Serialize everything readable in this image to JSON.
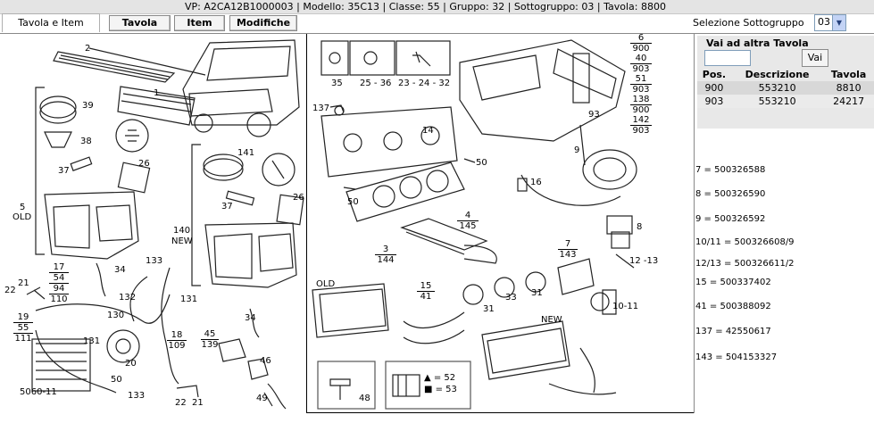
{
  "header": {
    "info": "VP: A2CA12B1000003 | Modello: 35C13 | Classe: 55 | Gruppo: 32 | Sottogruppo: 03 | Tavola: 8800"
  },
  "tabs": {
    "active": "Tavola e Item"
  },
  "toolbar": {
    "tavola": "Tavola",
    "item": "Item",
    "modifiche": "Modifiche"
  },
  "selector": {
    "label": "Selezione Sottogruppo",
    "value": "03"
  },
  "vai": {
    "title": "Vai ad altra Tavola",
    "button": "Vai",
    "columns": [
      "Pos.",
      "Descrizione",
      "Tavola"
    ],
    "rows": [
      {
        "pos": "900",
        "desc": "553210",
        "tav": "8810"
      },
      {
        "pos": "903",
        "desc": "553210",
        "tav": "24217"
      }
    ]
  },
  "notes": [
    "7 = 500326588",
    "8 = 500326590",
    "9 = 500326592",
    "10/11 = 500326608/9",
    "12/13 = 500326611/2",
    "15 = 500337402",
    "41 = 500388092",
    "137 = 42550617",
    "143 = 504153327"
  ],
  "diagram": {
    "l2": "2",
    "l1": "1",
    "l39": "39",
    "l38": "38",
    "l37": "37",
    "l26": "26",
    "l5": "5",
    "lold": "OLD",
    "l141": "141",
    "l37b": "37",
    "l26b": "26",
    "l140": "140",
    "lnew": "NEW",
    "f17": [
      "17",
      "54",
      "94",
      "110"
    ],
    "l21": "21",
    "l22": "22",
    "l34": "34",
    "l132": "132",
    "f19": [
      "19",
      "55",
      "111"
    ],
    "l131": "131",
    "l130": "130",
    "l133": "133",
    "l131b": "131",
    "l34b": "34",
    "l45": "45",
    "l139": "139",
    "l46": "46",
    "l49": "49",
    "l18": "18",
    "l109": "109",
    "l20": "20",
    "l133b": "133",
    "l50": "50",
    "l5060": "5060-11",
    "l22b": "22",
    "l21b": "21",
    "l35": "35",
    "l2536": "25 - 36",
    "l232432": "23 - 24 - 32",
    "l137": "137",
    "l14": "14",
    "l50b": "50",
    "l50c": "50",
    "f4": [
      "4",
      "145"
    ],
    "f3": [
      "3",
      "144"
    ],
    "lold2": "OLD",
    "f15": [
      "15",
      "41"
    ],
    "l31": "31",
    "l33": "33",
    "l31b": "31",
    "lnew2": "NEW",
    "l48": "48",
    "leg1": "▲ = 52",
    "leg2": "■ = 53",
    "f6": [
      "6",
      "900",
      "40",
      "903",
      "51",
      "903",
      "138",
      "900",
      "142",
      "903"
    ],
    "l93": "93",
    "l9": "9",
    "l16": "16",
    "l8": "8",
    "f7": [
      "7",
      "143"
    ],
    "l1213": "12 -13",
    "l1011": "10-11"
  }
}
